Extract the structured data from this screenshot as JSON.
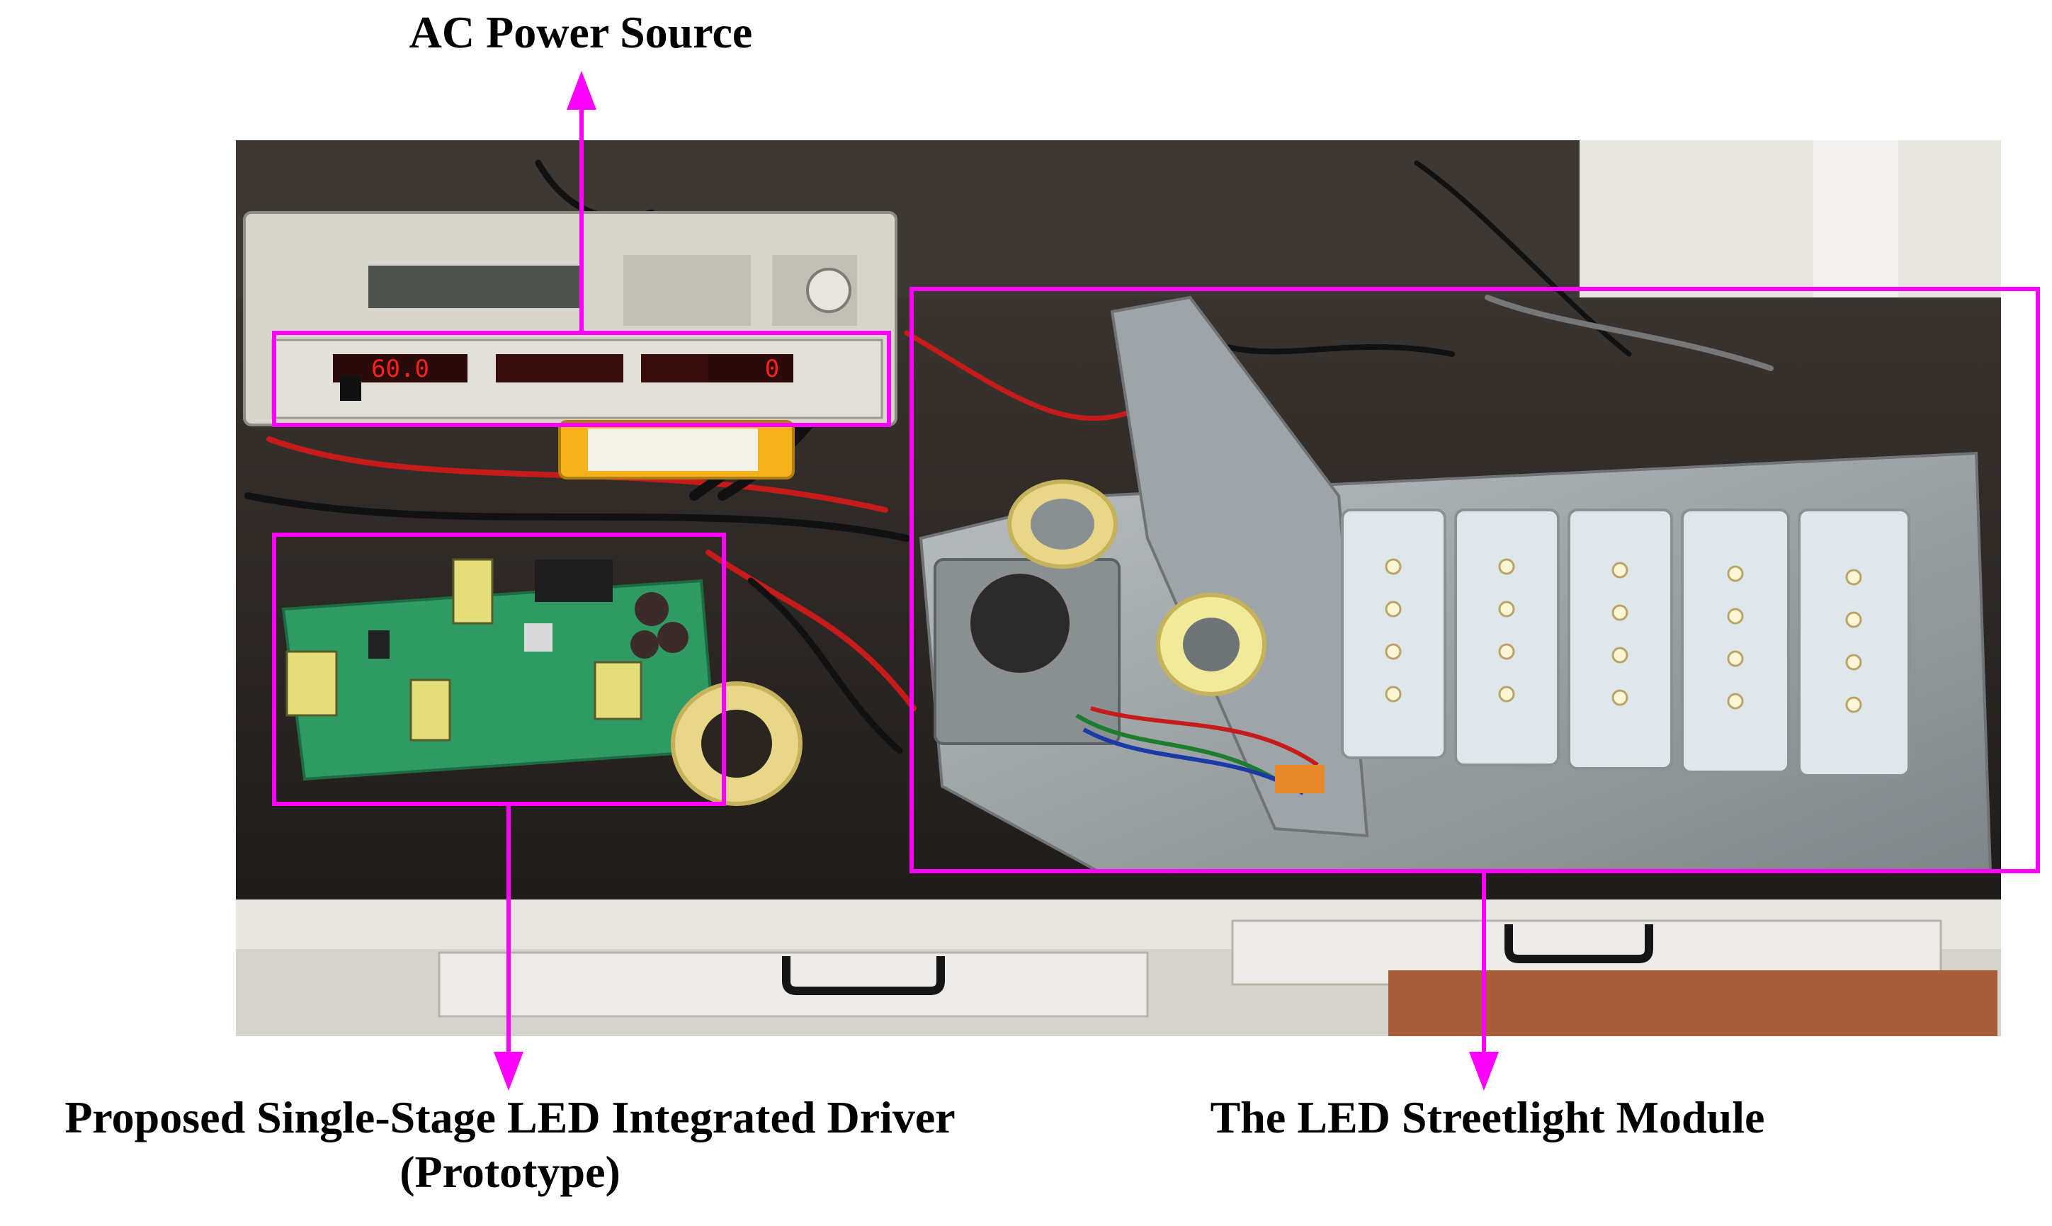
{
  "labels": {
    "ac_power_source": "AC Power Source",
    "driver_line1": "Proposed Single-Stage LED Integrated Driver",
    "driver_line2": "(Prototype)",
    "streetlight_module": "The LED Streetlight Module"
  },
  "display": {
    "left_readout": "60.0",
    "right_readout": "0"
  },
  "colors": {
    "annotation": "#ff00ff",
    "bench": "#2b2520",
    "equipment": "#d8d6cc",
    "pcb": "#2f9b62",
    "housing": "#9aa0a3",
    "led_panel": "#dfe7ea",
    "readout": "#ff2020"
  },
  "led_modules": 5,
  "leds_per_module": 4
}
